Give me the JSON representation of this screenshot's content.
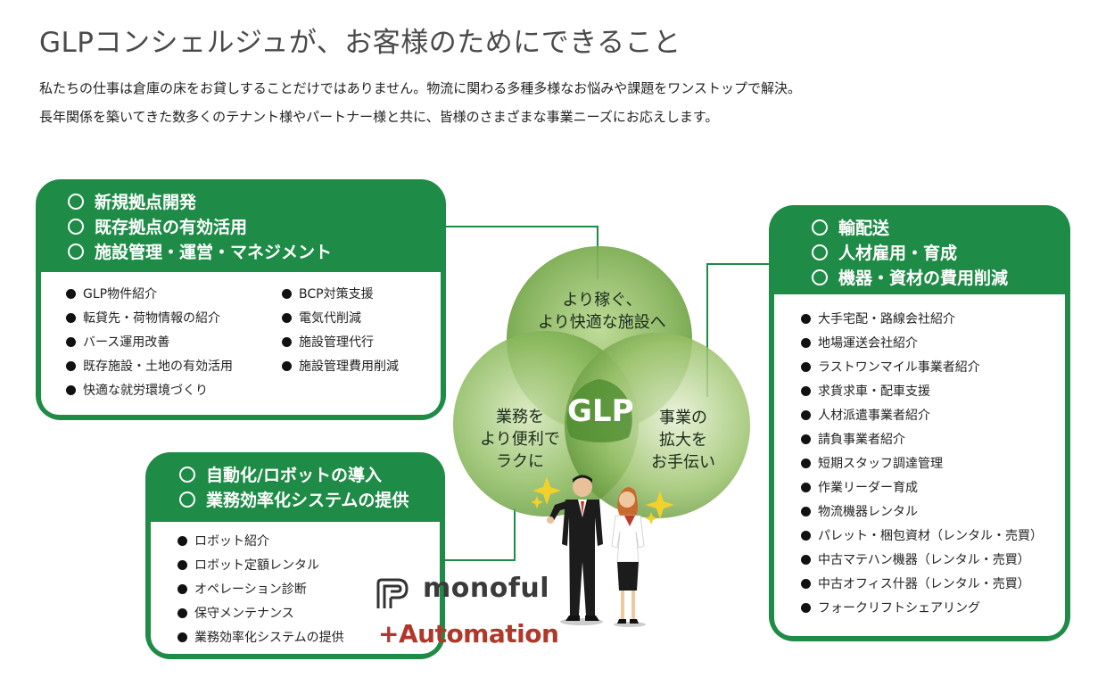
{
  "page": {
    "title": "GLPコンシェルジュが、お客様のためにできること",
    "intro_line1": "私たちの仕事は倉庫の床をお貸しすることだけではありません。物流に関わる多種多様なお悩みや課題をワンストップで解決。",
    "intro_line2": "長年関係を築いてきた数多くのテナント様やパートナー様と共に、皆様のさまざまな事業ニーズにお応えします。"
  },
  "cards": {
    "facility": {
      "headings": [
        "新規拠点開発",
        "既存拠点の有効活用",
        "施設管理・運営・マネジメント"
      ],
      "items_col1": [
        "GLP物件紹介",
        "転貸先・荷物情報の紹介",
        "バース運用改善",
        "既存施設・土地の有効活用",
        "快適な就労環境づくり"
      ],
      "items_col2": [
        "BCP対策支援",
        "電気代削減",
        "施設管理代行",
        "施設管理費用削減"
      ]
    },
    "automation": {
      "headings": [
        "自動化/ロボットの導入",
        "業務効率化システムの提供"
      ],
      "items": [
        "ロボット紹介",
        "ロボット定額レンタル",
        "オペレーション診断",
        "保守メンテナンス",
        "業務効率化システムの提供"
      ]
    },
    "logistics": {
      "headings": [
        "輸配送",
        "人材雇用・育成",
        "機器・資材の費用削減"
      ],
      "items": [
        "大手宅配・路線会社紹介",
        "地場運送会社紹介",
        "ラストワンマイル事業者紹介",
        "求貨求車・配車支援",
        "人材派遣事業者紹介",
        "請負事業者紹介",
        "短期スタッフ調達管理",
        "作業リーダー育成",
        "物流機器レンタル",
        "パレット・梱包資材（レンタル・売買）",
        "中古マテハン機器（レンタル・売買）",
        "中古オフィス什器（レンタル・売買）",
        "フォークリフトシェアリング"
      ]
    }
  },
  "venn": {
    "top_label_line1": "より稼ぐ、",
    "top_label_line2": "より快適な施設へ",
    "left_label_line1": "業務を",
    "left_label_line2": "より便利で",
    "left_label_line3": "ラクに",
    "right_label_line1": "事業の",
    "right_label_line2": "拡大を",
    "right_label_line3": "お手伝い",
    "center": "GLP"
  },
  "logos": {
    "monoful": "monoful",
    "automation": "+Automation"
  },
  "colors": {
    "brand_green": "#1e8b47",
    "automation_red": "#b0382a"
  }
}
